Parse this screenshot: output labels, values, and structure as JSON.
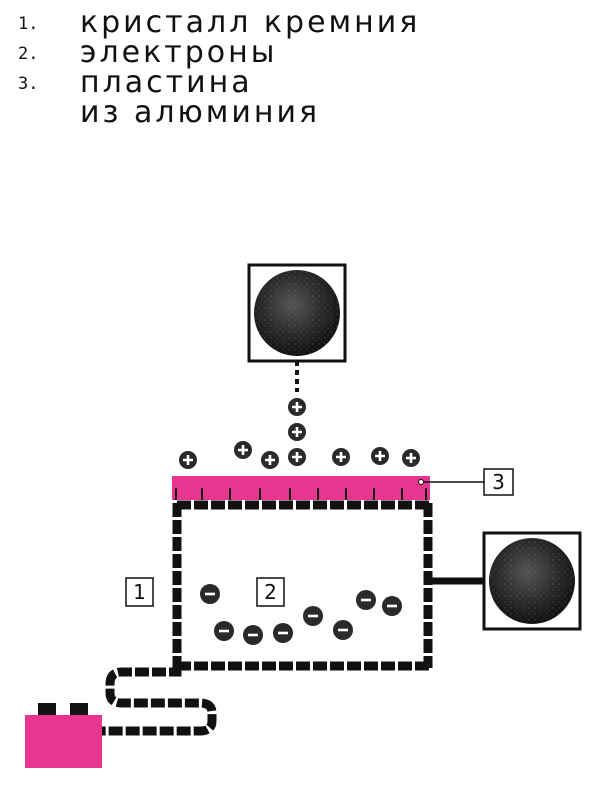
{
  "legend": {
    "items": [
      {
        "number": "1.",
        "text": "кристалл кремния"
      },
      {
        "number": "2.",
        "text": "электроны"
      },
      {
        "number": "3.",
        "text": "пластина"
      },
      {
        "number": "",
        "text": "из алюминия"
      }
    ]
  },
  "callouts": {
    "one": "1",
    "two": "2",
    "three": "3"
  },
  "signs": {
    "plus": "+",
    "minus": "−"
  },
  "colors": {
    "plate": "#e8358f",
    "battery": "#e8358f",
    "wire": "#1a1a1a",
    "sphere": "#2a2a2a",
    "paper": "#ffffff"
  }
}
